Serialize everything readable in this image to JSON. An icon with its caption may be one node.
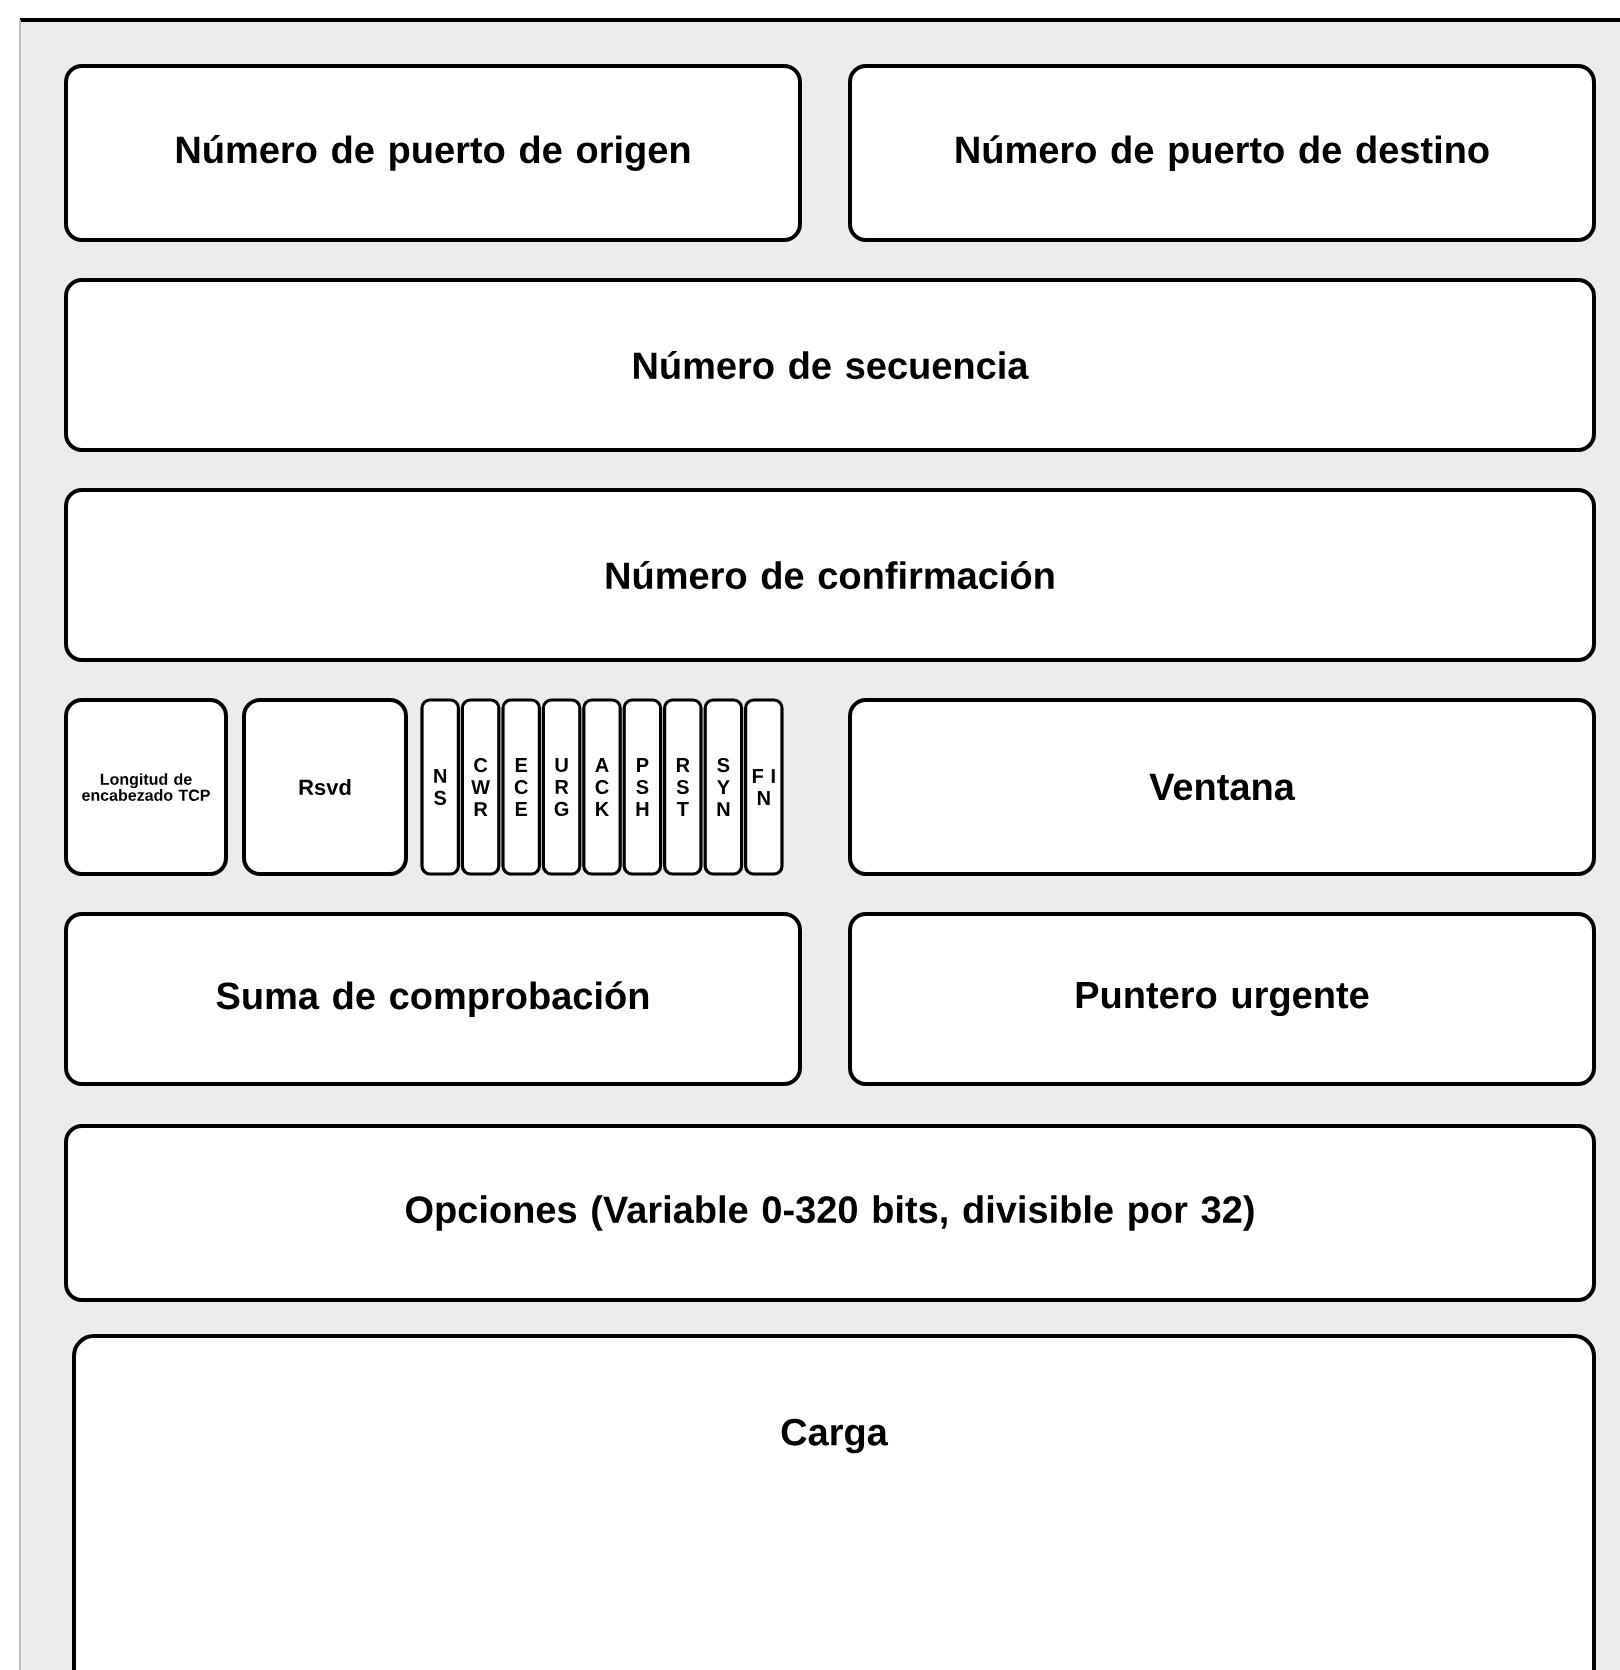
{
  "diagram": {
    "nodes": [
      {
        "text": [
          "Número de puerto de origen"
        ]
      },
      {
        "text": [
          "Número de puerto de destino"
        ]
      },
      {
        "text": [
          "Número de secuencia"
        ]
      },
      {
        "text": [
          "Número de confirmación"
        ]
      },
      {
        "text": [
          "Longitud de encabezado TCP"
        ]
      },
      {
        "text": [
          "Rsvd"
        ]
      },
      {
        "text": [
          "N S"
        ]
      },
      {
        "text": [
          "C W R"
        ]
      },
      {
        "text": [
          "E C E"
        ]
      },
      {
        "text": [
          "U R G"
        ]
      },
      {
        "text": [
          "A C K"
        ]
      },
      {
        "text": [
          "P S H"
        ]
      },
      {
        "text": [
          "R S T"
        ]
      },
      {
        "text": [
          "S Y N"
        ]
      },
      {
        "text": [
          "F I N"
        ]
      },
      {
        "text": [
          "Ventana"
        ]
      },
      {
        "text": [
          "Suma de comprobación"
        ]
      },
      {
        "text": [
          "Puntero urgente"
        ]
      },
      {
        "text": [
          "Opciones (Variable 0-320 bits, divisible por 32)"
        ]
      },
      {
        "text": [
          "Carga"
        ]
      }
    ]
  }
}
